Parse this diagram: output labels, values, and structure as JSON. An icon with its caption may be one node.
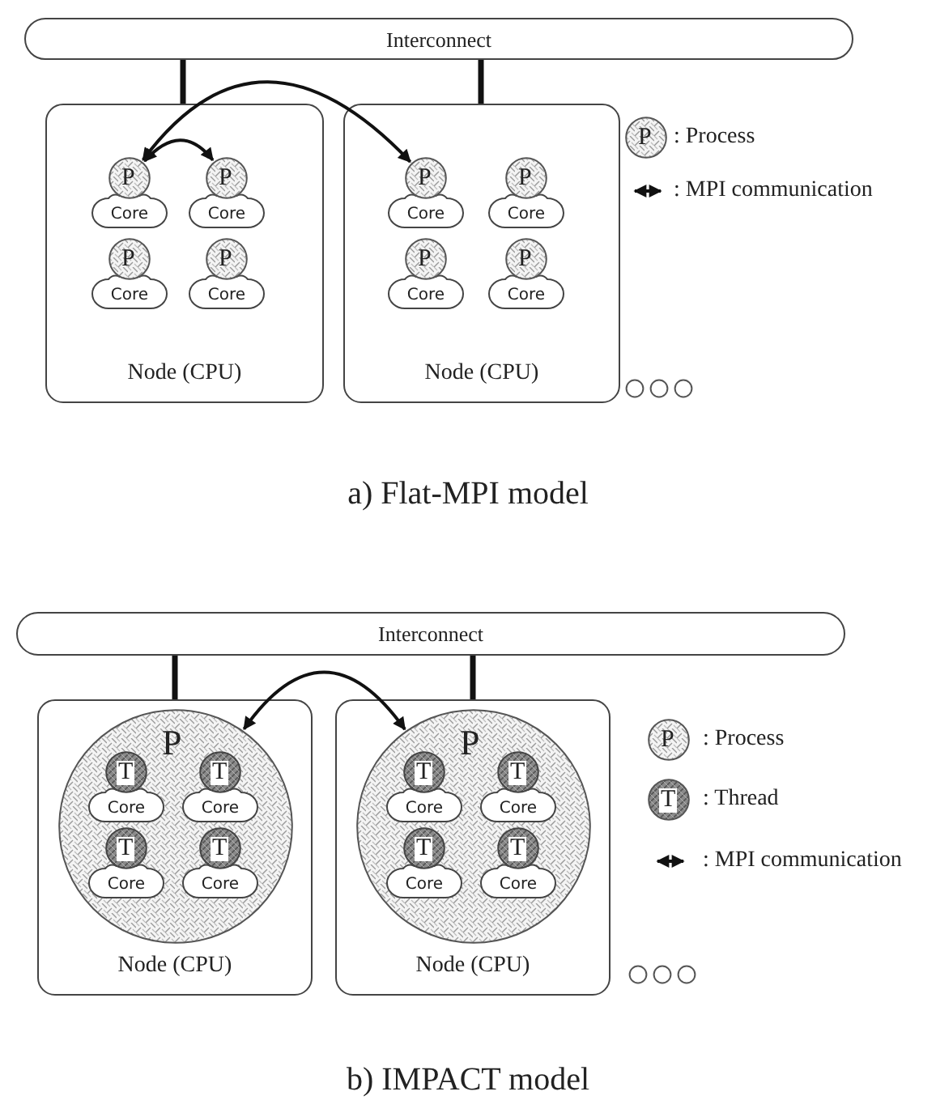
{
  "diagram": {
    "nodes": [
      {
        "text": [
          "Interconnect"
        ]
      },
      {
        "text": [
          "Node (CPU)"
        ]
      },
      {
        "text": [
          "P"
        ],
        "in": 1
      },
      {
        "text": [
          "Core"
        ],
        "in": 1
      },
      {
        "text": [
          "P"
        ],
        "in": 1
      },
      {
        "text": [
          "Core"
        ],
        "in": 1
      },
      {
        "text": [
          "P"
        ],
        "in": 1
      },
      {
        "text": [
          "Core"
        ],
        "in": 1
      },
      {
        "text": [
          "P"
        ],
        "in": 1
      },
      {
        "text": [
          "Core"
        ],
        "in": 1
      },
      {
        "text": [
          "Node (CPU)"
        ]
      },
      {
        "text": [
          "P"
        ],
        "in": 10
      },
      {
        "text": [
          "Core"
        ],
        "in": 10
      },
      {
        "text": [
          "P"
        ],
        "in": 10
      },
      {
        "text": [
          "Core"
        ],
        "in": 10
      },
      {
        "text": [
          "P"
        ],
        "in": 10
      },
      {
        "text": [
          "Core"
        ],
        "in": 10
      },
      {
        "text": [
          "P"
        ],
        "in": 10
      },
      {
        "text": [
          "Core"
        ],
        "in": 10
      },
      {
        "text": [
          "Interconnect"
        ]
      },
      {
        "text": [
          "Node (CPU)"
        ]
      },
      {
        "text": [
          "P"
        ],
        "in": 20
      },
      {
        "text": [
          "T"
        ],
        "in": 21
      },
      {
        "text": [
          "Core"
        ],
        "in": 21
      },
      {
        "text": [
          "T"
        ],
        "in": 21
      },
      {
        "text": [
          "Core"
        ],
        "in": 21
      },
      {
        "text": [
          "T"
        ],
        "in": 21
      },
      {
        "text": [
          "Core"
        ],
        "in": 21
      },
      {
        "text": [
          "T"
        ],
        "in": 21
      },
      {
        "text": [
          "Core"
        ],
        "in": 21
      },
      {
        "text": [
          "Node (CPU)"
        ]
      },
      {
        "text": [
          "P"
        ],
        "in": 30
      },
      {
        "text": [
          "T"
        ],
        "in": 31
      },
      {
        "text": [
          "Core"
        ],
        "in": 31
      },
      {
        "text": [
          "T"
        ],
        "in": 31
      },
      {
        "text": [
          "Core"
        ],
        "in": 31
      },
      {
        "text": [
          "T"
        ],
        "in": 31
      },
      {
        "text": [
          "Core"
        ],
        "in": 31
      },
      {
        "text": [
          "T"
        ],
        "in": 31
      },
      {
        "text": [
          "Core"
        ],
        "in": 31
      }
    ],
    "edges": [
      {
        "from": 0,
        "to": 1,
        "arrow": "none"
      },
      {
        "from": 0,
        "to": 10,
        "arrow": "none"
      },
      {
        "from": 2,
        "to": 11,
        "arrow": "both"
      },
      {
        "from": 2,
        "to": 4,
        "arrow": "both"
      },
      {
        "from": 19,
        "to": 20,
        "arrow": "none"
      },
      {
        "from": 19,
        "to": 30,
        "arrow": "none"
      },
      {
        "from": 21,
        "to": 31,
        "arrow": "both"
      }
    ],
    "labels": [
      "P",
      "a) Flat-MPI model",
      "P",
      "T",
      "b) IMPACT model"
    ],
    "legend": [
      {
        "text": ": Process"
      },
      {
        "text": ": MPI communication"
      },
      {
        "text": ": Process"
      },
      {
        "text": ": Thread"
      },
      {
        "text": ": MPI communication"
      }
    ]
  }
}
